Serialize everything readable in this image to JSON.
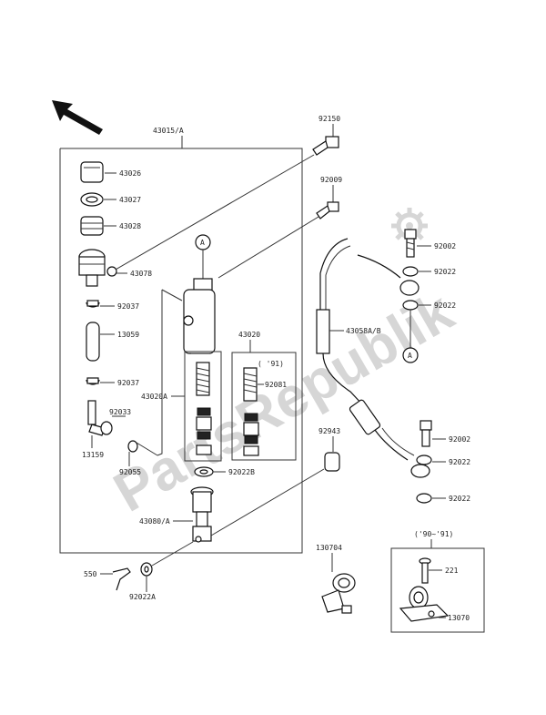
{
  "watermark": "PartsRepublik",
  "assembly_label": "43015/A",
  "labels": {
    "p92150": "92150",
    "p92009": "92009",
    "p43026": "43026",
    "p43027": "43027",
    "p43028": "43028",
    "p43078": "43078",
    "p92037a": "92037",
    "p13059": "13059",
    "p92037b": "92037",
    "p92033": "92033",
    "p13159": "13159",
    "p92055": "92055",
    "p43020A": "43020A",
    "p43020": "43020",
    "p91": "( '91)",
    "p92081": "92081",
    "p92022B": "92022B",
    "p43080A": "43080/A",
    "p550": "550",
    "p92022A": "92022A",
    "p92002a": "92002",
    "p92022a": "92022",
    "p92022b": "92022",
    "p43058": "43058A/B",
    "p92943": "92943",
    "p92002b": "92002",
    "p92022c": "92022",
    "p92022d": "92022",
    "p130704": "130704",
    "p9091": "('90~'91)",
    "p221": "221",
    "p13070": "13070",
    "circA1": "A",
    "circA2": "A"
  }
}
